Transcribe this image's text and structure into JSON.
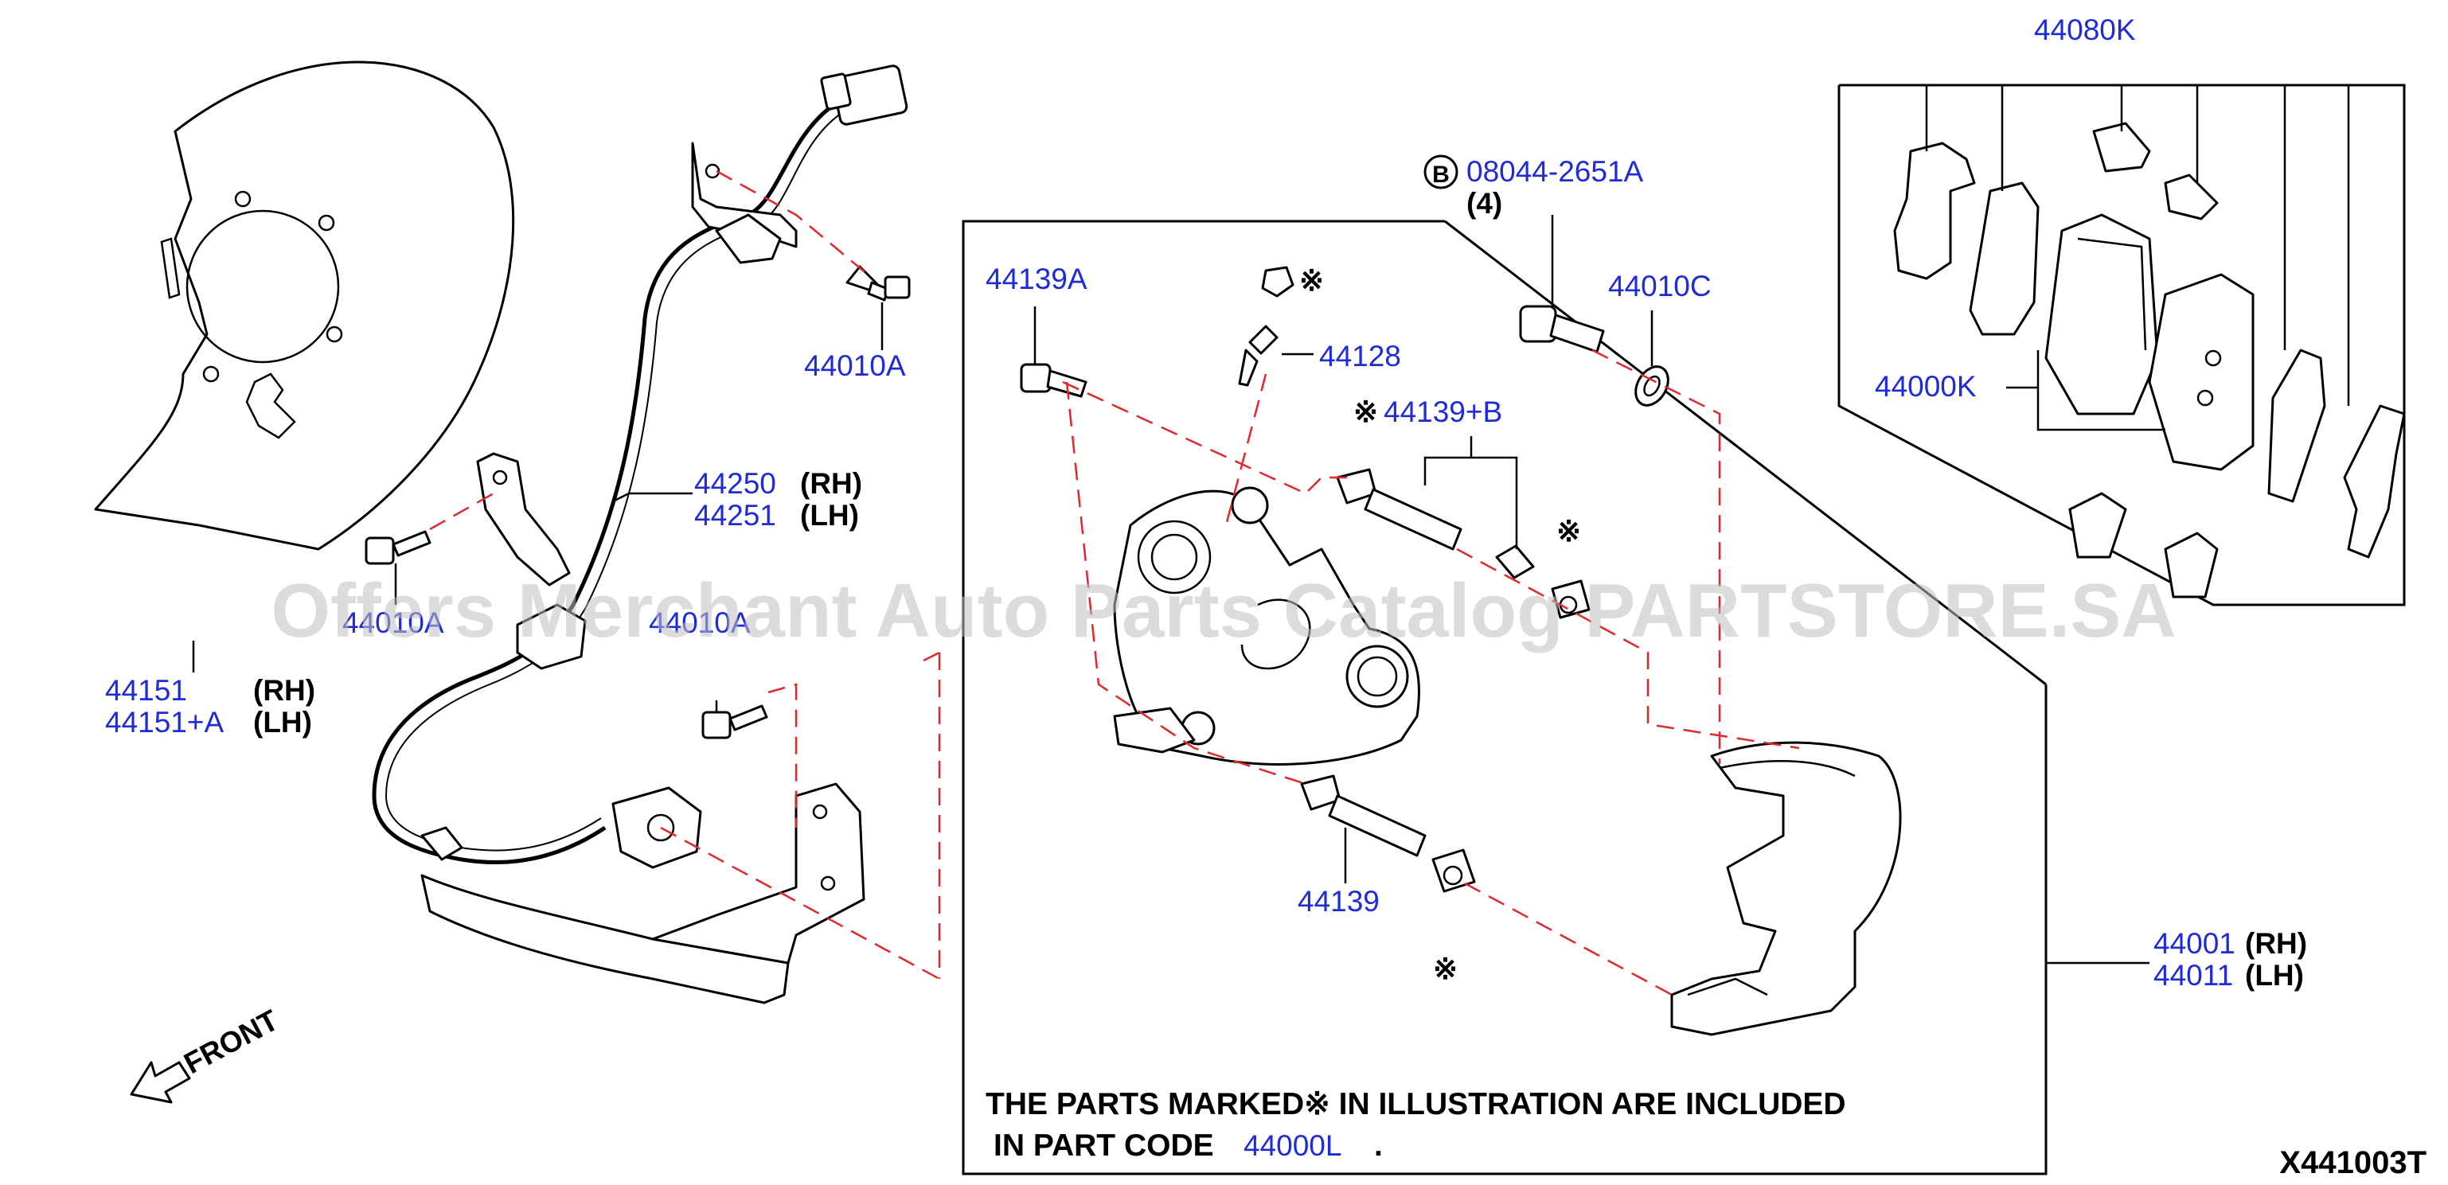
{
  "diagram": {
    "reference_code": "X441003T",
    "watermark": "Offers Merchant Auto Parts Catalog PARTSTORE.SA",
    "front_label": "FRONT",
    "note": {
      "line1": "THE PARTS MARKED※ IN ILLUSTRATION ARE INCLUDED",
      "line2_prefix": "IN PART CODE",
      "line2_part": "44000L",
      "line2_suffix": "."
    },
    "callouts": {
      "p44080K": "44080K",
      "p08044": "08044-2651A",
      "p08044_badge": "B",
      "p08044_qty": "(4)",
      "p44139A": "44139A",
      "p44128": "44128",
      "p44010C": "44010C",
      "p44139B": "44139+B",
      "p44000K": "44000K",
      "p44250": "44250",
      "p44250_side": "(RH)",
      "p44251": "44251",
      "p44251_side": "(LH)",
      "p44010A_top": "44010A",
      "p44010A_mid": "44010A",
      "p44010A_low": "44010A",
      "p44151": "44151",
      "p44151_side": "(RH)",
      "p44151A": "44151+A",
      "p44151A_side": "(LH)",
      "p44139": "44139",
      "p44001": "44001",
      "p44001_side": "(RH)",
      "p44011": "44011",
      "p44011_side": "(LH)",
      "star_mark": "※"
    }
  }
}
